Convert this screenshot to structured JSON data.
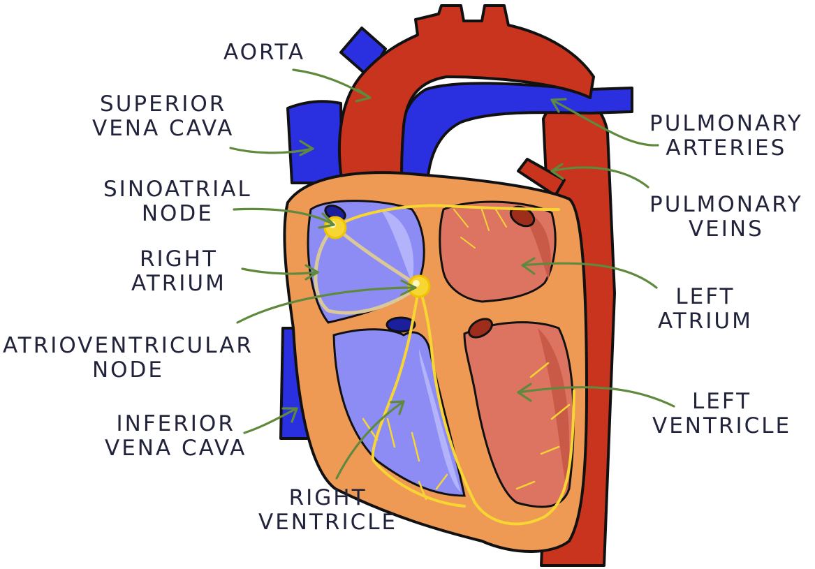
{
  "labels": {
    "aorta": [
      "AORTA"
    ],
    "superior_vena_cava": [
      "SUPERIOR",
      "VENA CAVA"
    ],
    "sinoatrial_node": [
      "SINOATRIAL",
      "NODE"
    ],
    "right_atrium": [
      "RIGHT",
      "ATRIUM"
    ],
    "atrioventricular_node": [
      "ATRIOVENTRICULAR",
      "NODE"
    ],
    "inferior_vena_cava": [
      "INFERIOR",
      "VENA CAVA"
    ],
    "right_ventricle": [
      "RIGHT",
      "VENTRICLE"
    ],
    "pulmonary_arteries": [
      "PULMONARY",
      "ARTERIES"
    ],
    "pulmonary_veins": [
      "PULMONARY",
      "VEINS"
    ],
    "left_atrium": [
      "LEFT",
      "ATRIUM"
    ],
    "left_ventricle": [
      "LEFT",
      "VENTRICLE"
    ]
  },
  "colors": {
    "oxygenated_blood": "#c8341d",
    "deoxygenated_blood": "#2a2fe0",
    "heart_wall": "#ee9a55",
    "right_chambers": "#8c8cf4",
    "left_chambers": "#dd7462",
    "conduction_system": "#f7d533",
    "arrows": "#5f8a3d",
    "text": "#20233a"
  }
}
